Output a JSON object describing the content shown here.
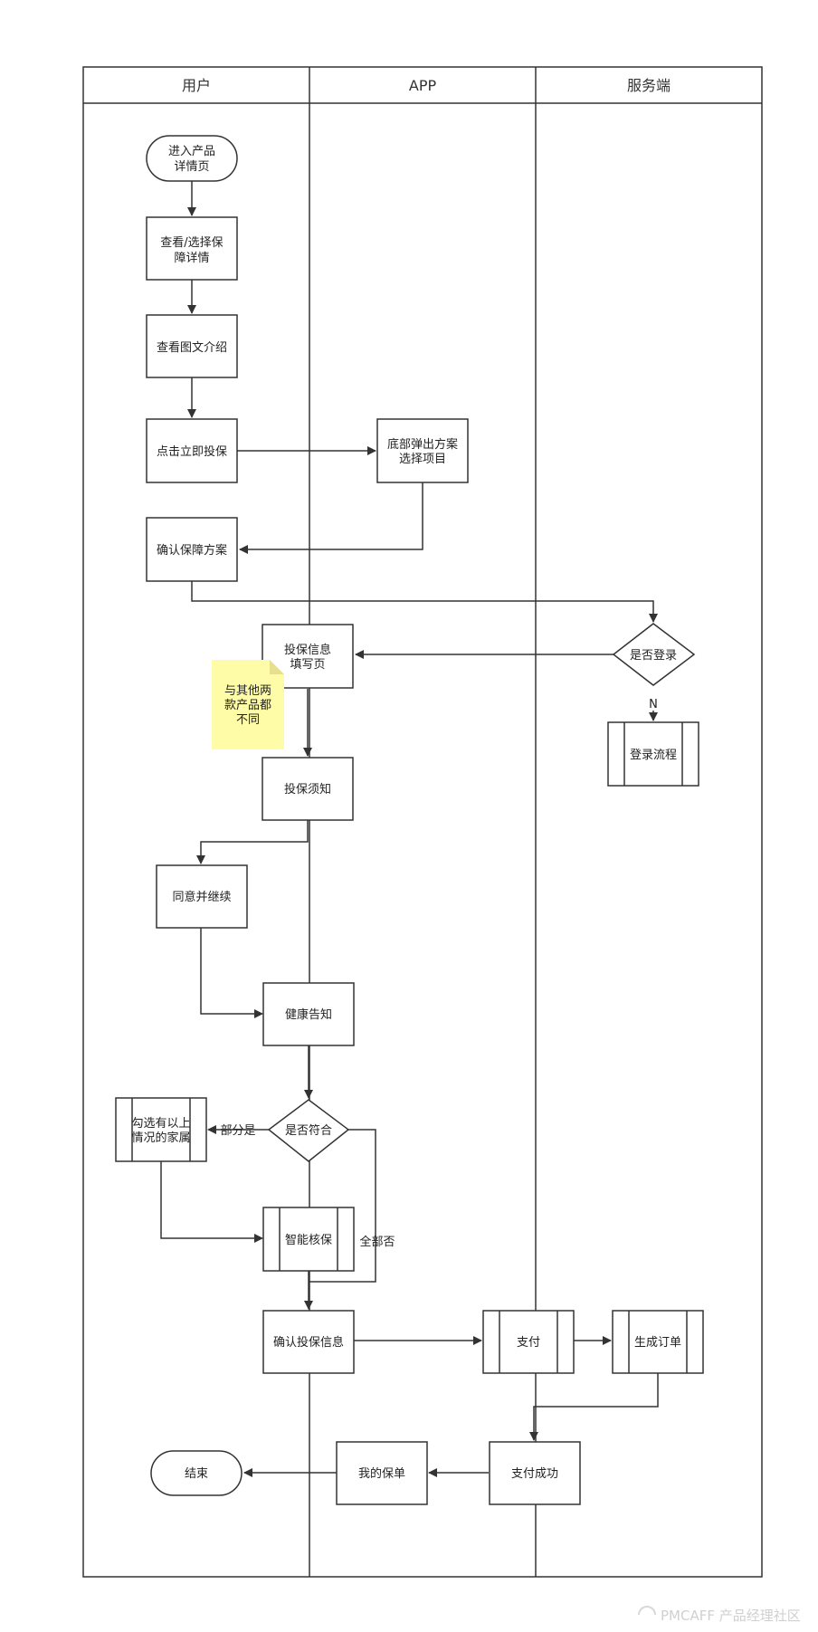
{
  "lanes": [
    "用户",
    "APP",
    "服务端"
  ],
  "nodes": {
    "enter_page": [
      "进入产品",
      "详情页"
    ],
    "view_coverage": [
      "查看/选择保",
      "障详情"
    ],
    "view_intro": [
      "查看图文介绍"
    ],
    "click_insure": [
      "点击立即投保"
    ],
    "bottom_popup": [
      "底部弹出方案",
      "选择项目"
    ],
    "confirm_plan": [
      "确认保障方案"
    ],
    "is_logged_in": [
      "是否登录"
    ],
    "insure_form": [
      "投保信息",
      "填写页"
    ],
    "login_flow": [
      "登录流程"
    ],
    "insure_notice": [
      "投保须知"
    ],
    "agree_continue": [
      "同意并继续"
    ],
    "health_notice": [
      "健康告知"
    ],
    "is_eligible": [
      "是否符合"
    ],
    "check_family": [
      "勾选有以上",
      "情况的家属"
    ],
    "smart_underwriting": [
      "智能核保"
    ],
    "confirm_info": [
      "确认投保信息"
    ],
    "pay": [
      "支付"
    ],
    "create_order": [
      "生成订单"
    ],
    "pay_success": [
      "支付成功"
    ],
    "my_policy": [
      "我的保单"
    ],
    "end": [
      "结束"
    ]
  },
  "edge_labels": {
    "login_no": "N",
    "partial_yes": "部分是",
    "all_no": "全部否"
  },
  "note": [
    "与其他两",
    "款产品都",
    "不同"
  ],
  "watermark": "PMCAFF 产品经理社区"
}
